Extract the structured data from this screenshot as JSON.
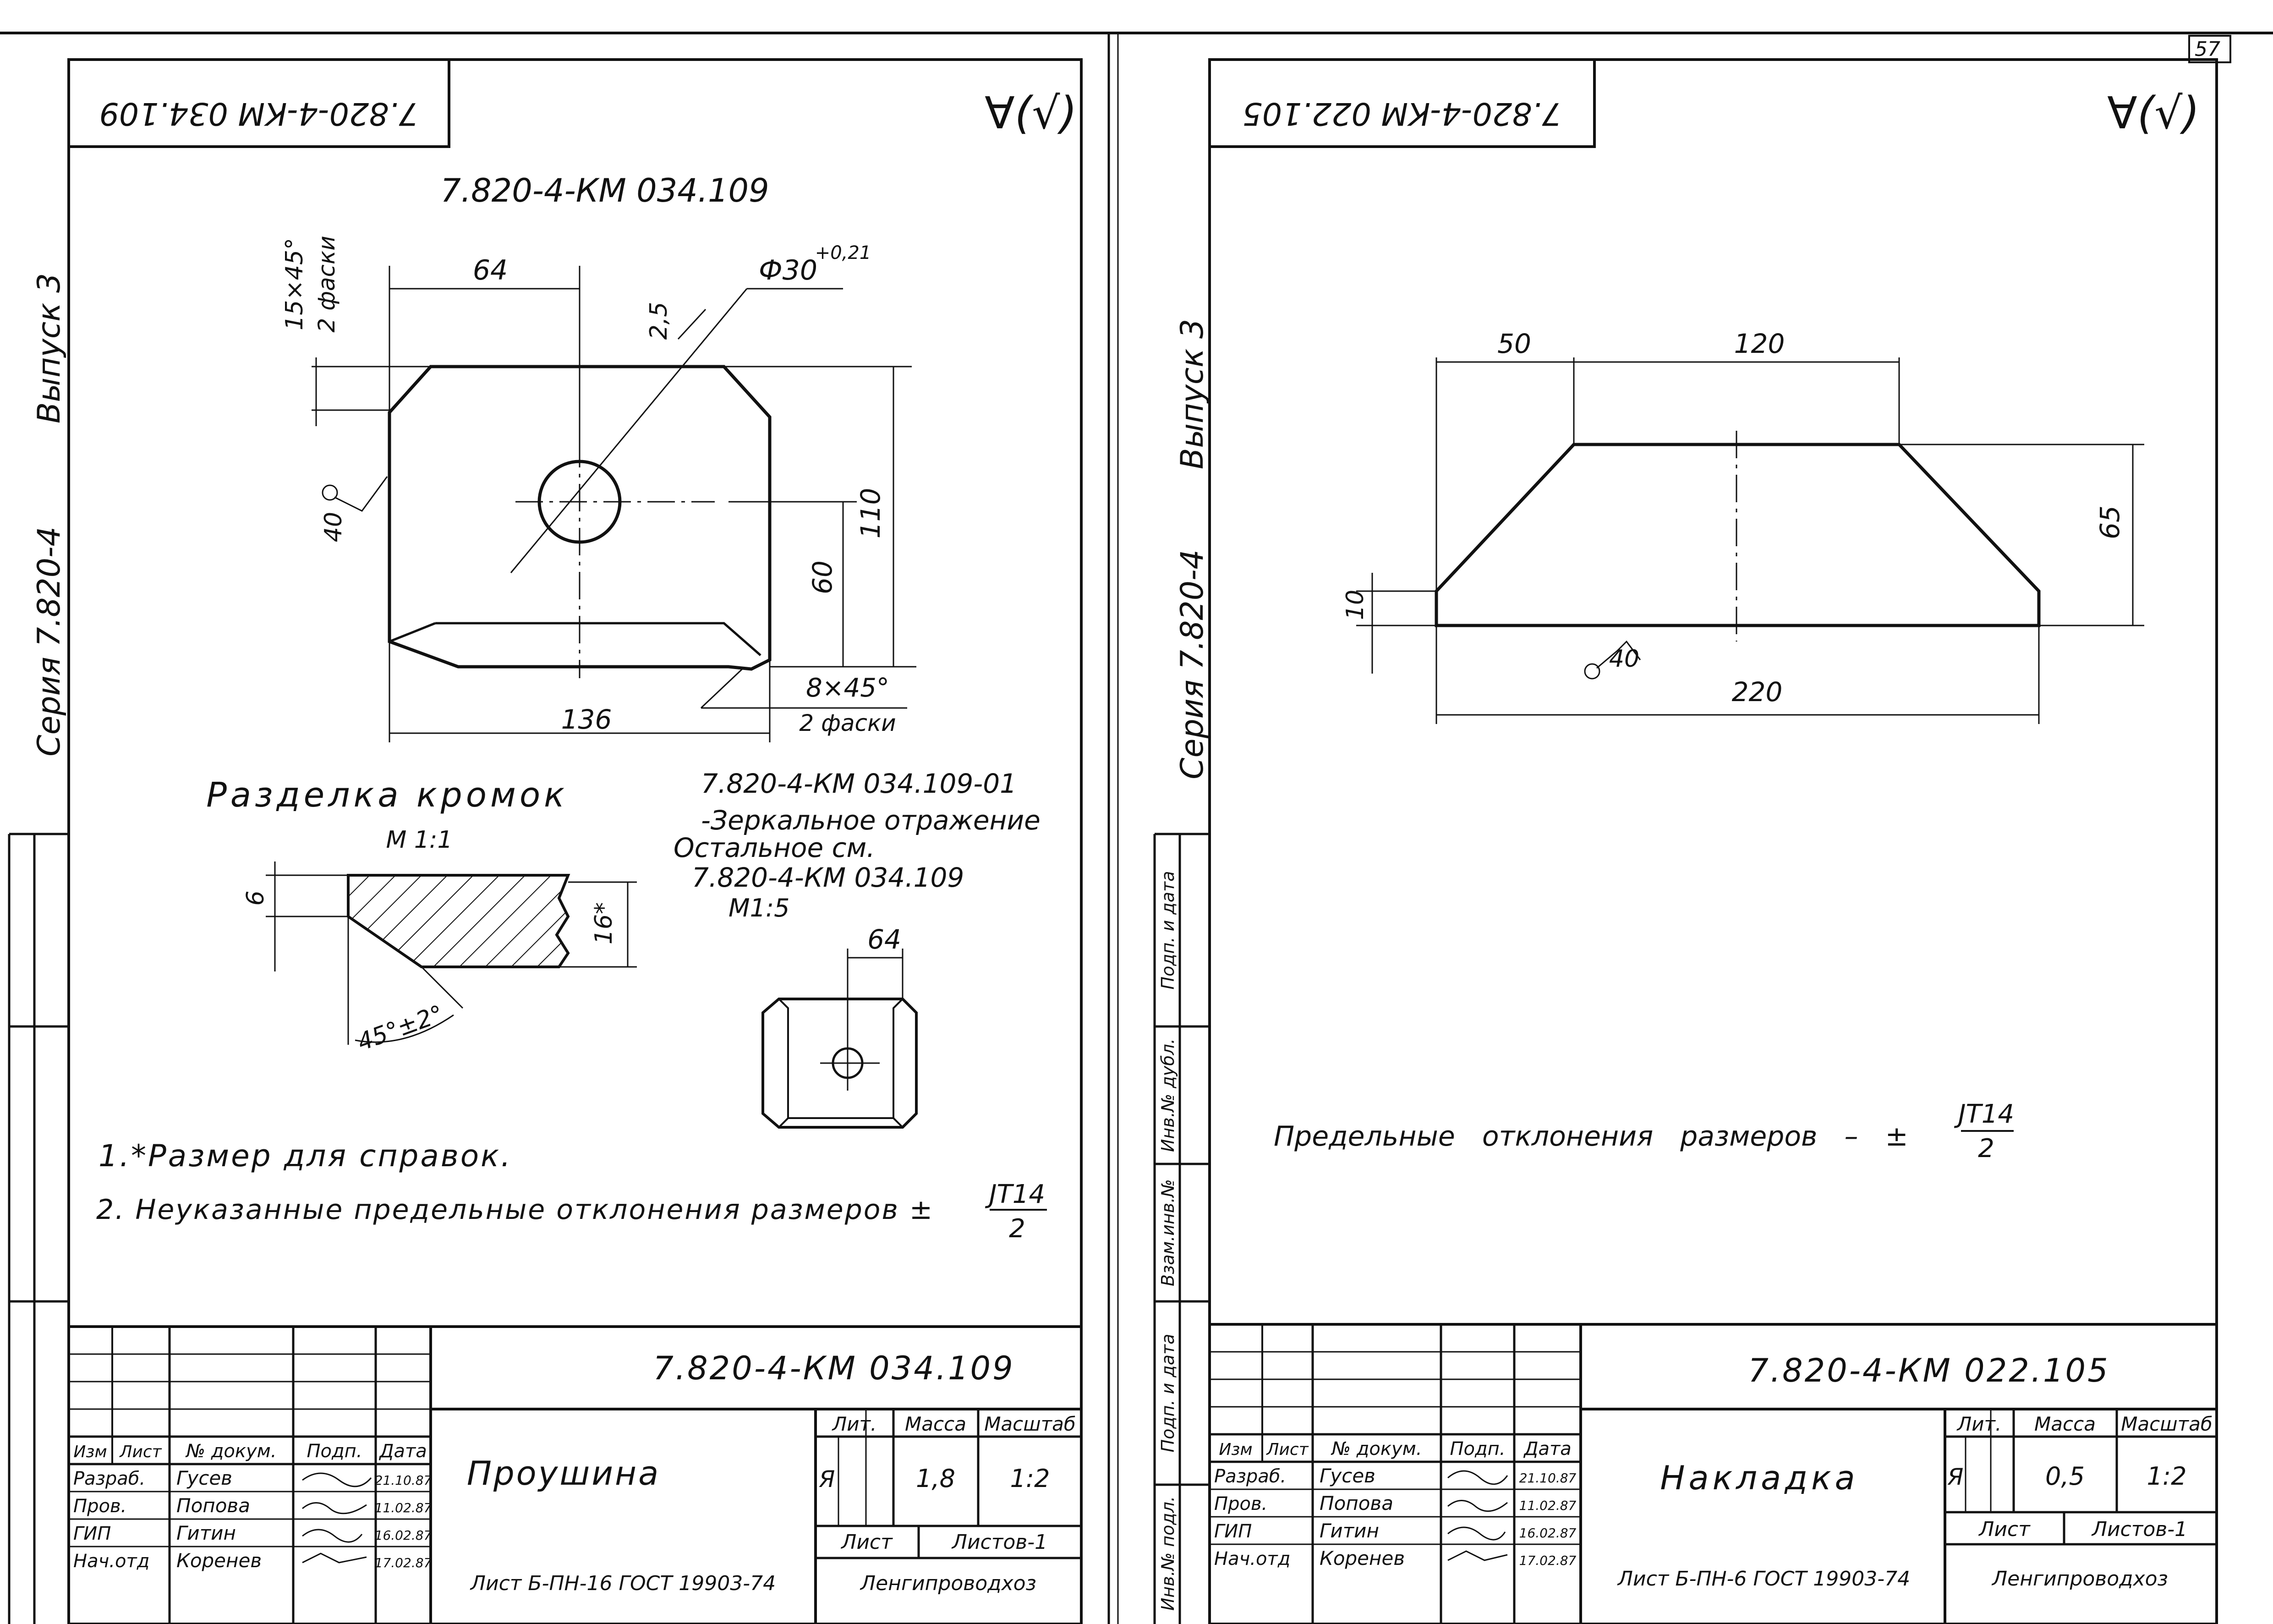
{
  "page_number": "57",
  "left": {
    "stamp_code": "7.820-4-КМ 034.109",
    "surface_mark": "∀(√)",
    "drawing_title": "7.820-4-КМ 034.109",
    "series_label": "Серия 7.820-4",
    "issue_label": "Выпуск 3",
    "dims": {
      "d64": "64",
      "phi30": "Ф30",
      "phi30_tol": "+0,21",
      "r25": "2,5",
      "chamfer15": "15×45°",
      "chamfer15_count": "2 фаски",
      "d110": "110",
      "d60": "60",
      "d136": "136",
      "chamfer8": "8×45°",
      "chamfer8_count": "2 фаски",
      "rough40": "40"
    },
    "edge_prep": {
      "title": "Разделка кромок",
      "scale": "М 1:1",
      "d6": "6",
      "d16": "16*",
      "angle": "45°±2°"
    },
    "mirror_note": {
      "line1": "7.820-4-КМ 034.109-01",
      "line2": "-Зеркальное отражение",
      "line3": "Остальное см.",
      "line4": "7.820-4-КМ 034.109",
      "line5": "М1:5"
    },
    "small_view_dim": "64",
    "notes": {
      "n1": "1.*Размер для справок.",
      "n2": "2. Неуказанные предельные отклонения размеров ±",
      "frac_top": "JT14",
      "frac_bottom": "2"
    },
    "title_block": {
      "code": "7.820-4-КМ 034.109",
      "name": "Проушина",
      "hdr_izm": "Изм",
      "hdr_list": "Лист",
      "hdr_doc": "№ докум.",
      "hdr_podp": "Подп.",
      "hdr_date": "Дата",
      "roles": [
        "Разраб.",
        "Пров.",
        "ГИП",
        "Нач.отд"
      ],
      "people": [
        "Гусев",
        "Попова",
        "Гитин",
        "Коренев"
      ],
      "dates": [
        "21.10.87",
        "11.02.87",
        "16.02.87",
        "17.02.87"
      ],
      "lit_hdr": "Лит.",
      "mass_hdr": "Масса",
      "scale_hdr": "Масштаб",
      "lit": "Я",
      "mass": "1,8",
      "scale": "1:2",
      "sheet_hdr": "Лист",
      "sheets_hdr": "Листов-1",
      "material": "Лист Б-ПН-16 ГОСТ 19903-74",
      "org": "Ленгипроводхоз"
    }
  },
  "right": {
    "stamp_code": "7.820-4-КМ 022.105",
    "surface_mark": "∀(√)",
    "series_label": "Серия 7.820-4",
    "issue_label": "Выпуск 3",
    "dims": {
      "d50": "50",
      "d120": "120",
      "d65": "65",
      "d10": "10",
      "d220": "220",
      "rough40": "40"
    },
    "note": {
      "text": "Предельные отклонения размеров – ±",
      "frac_top": "JT14",
      "frac_bottom": "2"
    },
    "side_stamps": [
      "Подп. и дата",
      "Инв.№ дубл.",
      "Взам.инв.№",
      "Подп. и дата",
      "Инв.№ подл."
    ],
    "title_block": {
      "code": "7.820-4-КМ 022.105",
      "name": "Накладка",
      "hdr_izm": "Изм",
      "hdr_list": "Лист",
      "hdr_doc": "№ докум.",
      "hdr_podp": "Подп.",
      "hdr_date": "Дата",
      "roles": [
        "Разраб.",
        "Пров.",
        "ГИП",
        "Нач.отд"
      ],
      "people": [
        "Гусев",
        "Попова",
        "Гитин",
        "Коренев"
      ],
      "dates": [
        "21.10.87",
        "11.02.87",
        "16.02.87",
        "17.02.87"
      ],
      "lit_hdr": "Лит.",
      "mass_hdr": "Масса",
      "scale_hdr": "Масштаб",
      "lit": "Я",
      "mass": "0,5",
      "scale": "1:2",
      "sheet_hdr": "Лист",
      "sheets_hdr": "Листов-1",
      "material": "Лист Б-ПН-6 ГОСТ 19903-74",
      "org": "Ленгипроводхоз"
    }
  }
}
